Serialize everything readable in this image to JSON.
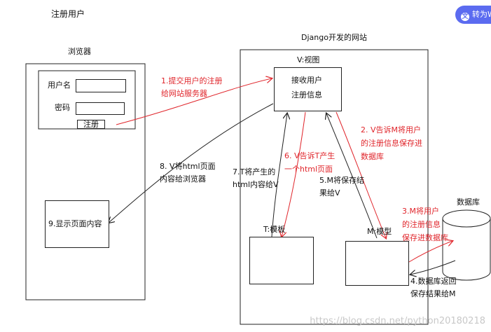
{
  "title": "注册用户",
  "browser": {
    "label": "浏览器",
    "username_label": "用户名",
    "password_label": "密码",
    "register_button": "注册",
    "display_box": "9.显示页面内容"
  },
  "site": {
    "label": "Django开发的网站",
    "view_label": "V:视图",
    "view_box_line1": "接收用户",
    "view_box_line2": "注册信息",
    "template_label": "T:模板",
    "model_label": "M:模型"
  },
  "database_label": "数据库",
  "steps": {
    "s1_line1": "1.提交用户的注册",
    "s1_line2": "给网站服务器",
    "s2_line1": "2. V告诉M将用户",
    "s2_line2": "的注册信息保存进",
    "s2_line3": "数据库",
    "s3_line1": "3.M将用户",
    "s3_line2": "的注册信息",
    "s3_line3": "保存进数据库",
    "s4_line1": "4.数据库返回",
    "s4_line2": "保存结果给M",
    "s5_line1": "5.M将保存结",
    "s5_line2": "果给V",
    "s6_line1": "6. V告诉T产生",
    "s6_line2": "一个html页面",
    "s7_line1": "7.T将产生的",
    "s7_line2": "html内容给V",
    "s8_line1": "8. V将html页面",
    "s8_line2": "内容给浏览器"
  },
  "translate_button": "转为W",
  "watermark": "https://blog.csdn.net/python20180218",
  "colors": {
    "red": "#e0252b",
    "black": "#222222",
    "accent": "#5b6bf0"
  }
}
